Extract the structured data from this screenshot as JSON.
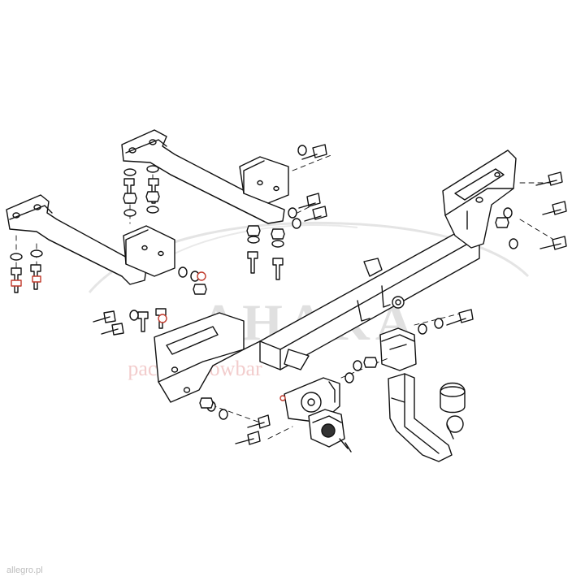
{
  "watermark": {
    "brand": "AHAKA",
    "tagline": "packstar towbar",
    "brand_color": "#c8c8c8",
    "tagline_color": "#e8a3a3"
  },
  "footer": {
    "marketplace": "allegro.pl"
  },
  "drawing": {
    "type": "exploded-assembly",
    "line_color": "#111111",
    "accent_red": "#c0392b",
    "part_names": [
      "left-support-rail",
      "right-support-rail",
      "main-crossbar",
      "left-mount-plate",
      "right-mount-plate",
      "tow-hook",
      "tow-ball-cap",
      "electric-socket",
      "socket-bracket",
      "mounting-bolts",
      "washers",
      "nuts"
    ]
  }
}
